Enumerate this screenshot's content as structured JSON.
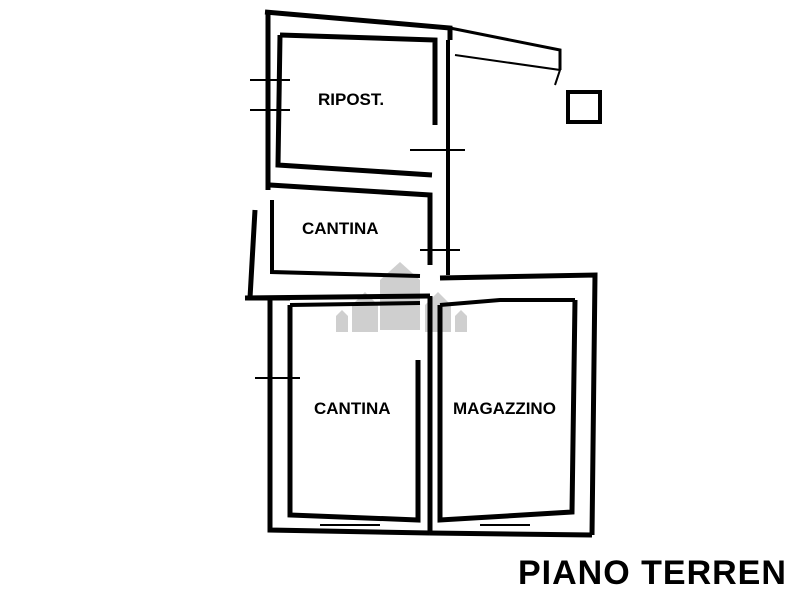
{
  "rooms": {
    "ripost": "RIPOST.",
    "cantina_upper": "CANTINA",
    "cantina_lower": "CANTINA",
    "magazzino": "MAGAZZINO"
  },
  "title": "PIANO TERREN",
  "colors": {
    "wall": "#000000",
    "watermark": "#c8c8c8"
  }
}
